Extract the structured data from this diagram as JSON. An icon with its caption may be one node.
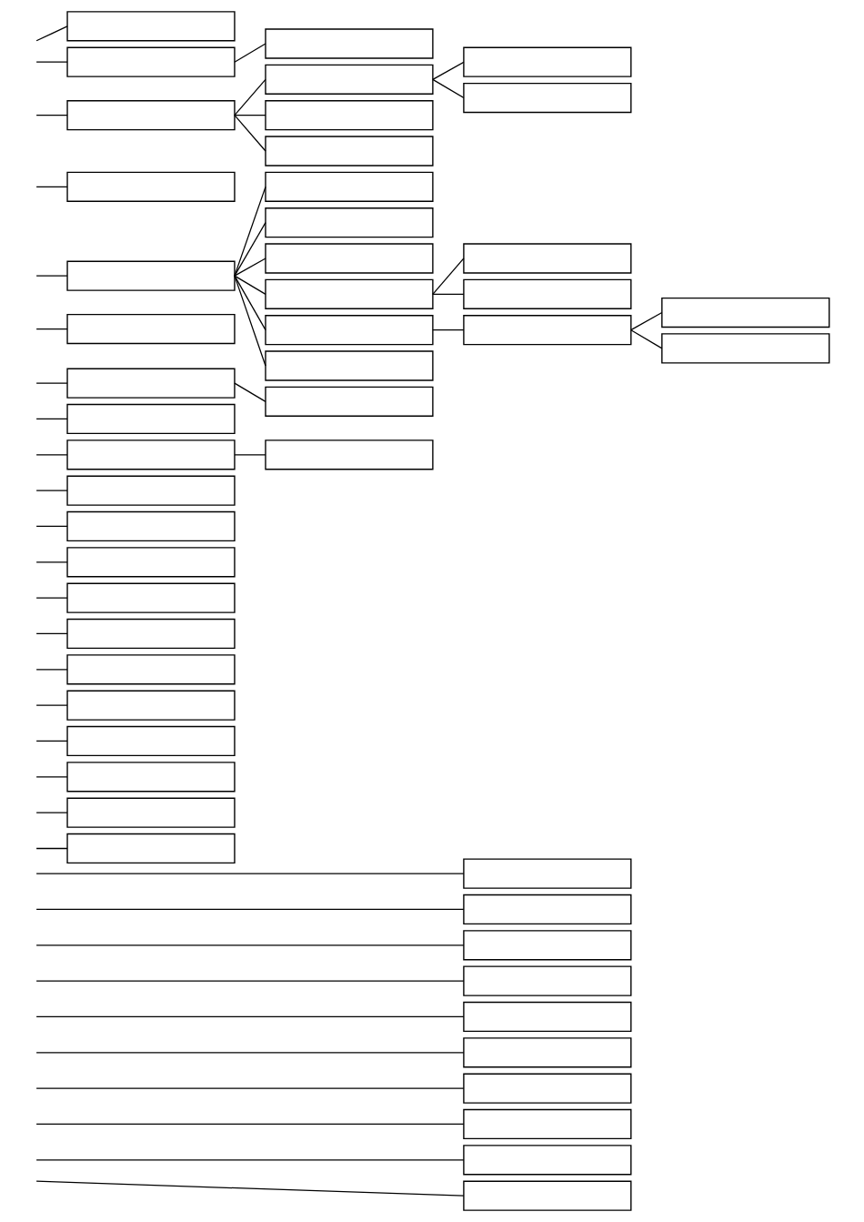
{
  "diagram": {
    "nodes": [
      {
        "text": [],
        "shape": "box"
      },
      {
        "text": [],
        "shape": "box"
      },
      {
        "text": [],
        "shape": "box"
      },
      {
        "text": [],
        "shape": "box"
      },
      {
        "text": [],
        "shape": "box"
      },
      {
        "text": [],
        "shape": "box"
      },
      {
        "text": [],
        "shape": "box"
      },
      {
        "text": [],
        "shape": "box"
      },
      {
        "text": [],
        "shape": "box"
      },
      {
        "text": [],
        "shape": "box"
      },
      {
        "text": [],
        "shape": "box"
      },
      {
        "text": [],
        "shape": "box"
      },
      {
        "text": [],
        "shape": "box"
      },
      {
        "text": [],
        "shape": "box"
      },
      {
        "text": [],
        "shape": "box"
      },
      {
        "text": [],
        "shape": "box"
      },
      {
        "text": [],
        "shape": "box"
      },
      {
        "text": [],
        "shape": "box"
      },
      {
        "text": [],
        "shape": "box"
      },
      {
        "text": [],
        "shape": "box"
      },
      {
        "text": [],
        "shape": "box"
      },
      {
        "text": [],
        "shape": "box"
      },
      {
        "text": [],
        "shape": "box"
      },
      {
        "text": [],
        "shape": "box"
      },
      {
        "text": [],
        "shape": "box"
      },
      {
        "text": [],
        "shape": "box"
      },
      {
        "text": [],
        "shape": "box"
      },
      {
        "text": [],
        "shape": "box"
      },
      {
        "text": [],
        "shape": "box"
      },
      {
        "text": [],
        "shape": "box"
      },
      {
        "text": [],
        "shape": "box"
      },
      {
        "text": [],
        "shape": "box"
      },
      {
        "text": [],
        "shape": "box"
      },
      {
        "text": [],
        "shape": "box"
      },
      {
        "text": [],
        "shape": "box"
      },
      {
        "text": [],
        "shape": "box"
      },
      {
        "text": [],
        "shape": "box"
      },
      {
        "text": [],
        "shape": "box"
      },
      {
        "text": [],
        "shape": "box"
      },
      {
        "text": [],
        "shape": "box"
      },
      {
        "text": [],
        "shape": "box"
      },
      {
        "text": [],
        "shape": "box"
      },
      {
        "text": [],
        "shape": "box"
      },
      {
        "text": [],
        "shape": "box"
      },
      {
        "text": [],
        "shape": "box"
      },
      {
        "text": [],
        "shape": "box"
      },
      {
        "text": [],
        "shape": "box"
      },
      {
        "text": [],
        "shape": "box"
      },
      {
        "text": [],
        "shape": "box"
      }
    ],
    "edges": [
      {
        "from": null,
        "to": 0,
        "arrow": "none"
      },
      {
        "from": null,
        "to": 1,
        "arrow": "none"
      },
      {
        "from": null,
        "to": 2,
        "arrow": "none"
      },
      {
        "from": null,
        "to": 3,
        "arrow": "none"
      },
      {
        "from": null,
        "to": 4,
        "arrow": "none"
      },
      {
        "from": null,
        "to": 5,
        "arrow": "none"
      },
      {
        "from": 1,
        "to": 6,
        "arrow": "none"
      },
      {
        "from": 2,
        "to": 7,
        "arrow": "none"
      },
      {
        "from": 2,
        "to": 8,
        "arrow": "none"
      },
      {
        "from": 2,
        "to": 9,
        "arrow": "none"
      },
      {
        "from": 7,
        "to": 16,
        "arrow": "none"
      },
      {
        "from": 7,
        "to": 17,
        "arrow": "none"
      },
      {
        "from": 4,
        "to": 10,
        "arrow": "none"
      },
      {
        "from": 4,
        "to": 11,
        "arrow": "none"
      },
      {
        "from": 4,
        "to": 12,
        "arrow": "none"
      },
      {
        "from": 4,
        "to": 13,
        "arrow": "none"
      },
      {
        "from": 4,
        "to": 14,
        "arrow": "none"
      },
      {
        "from": 4,
        "to": 15,
        "arrow": "none"
      },
      {
        "from": 13,
        "to": 18,
        "arrow": "none"
      },
      {
        "from": 13,
        "to": 19,
        "arrow": "none"
      },
      {
        "from": 14,
        "to": 20,
        "arrow": "none"
      },
      {
        "from": 20,
        "to": 21,
        "arrow": "none"
      },
      {
        "from": 20,
        "to": 22,
        "arrow": "none"
      },
      {
        "from": null,
        "to": 23,
        "arrow": "none"
      },
      {
        "from": 23,
        "to": 24,
        "arrow": "none"
      },
      {
        "from": null,
        "to": 25,
        "arrow": "none"
      },
      {
        "from": null,
        "to": 26,
        "arrow": "none"
      },
      {
        "from": 26,
        "to": 27,
        "arrow": "none"
      },
      {
        "from": null,
        "to": 29,
        "arrow": "none"
      },
      {
        "from": null,
        "to": 28,
        "arrow": "none"
      },
      {
        "from": null,
        "to": 30,
        "arrow": "none"
      },
      {
        "from": null,
        "to": 31,
        "arrow": "none"
      },
      {
        "from": null,
        "to": 32,
        "arrow": "none"
      },
      {
        "from": null,
        "to": 33,
        "arrow": "none"
      },
      {
        "from": null,
        "to": 34,
        "arrow": "none"
      },
      {
        "from": null,
        "to": 35,
        "arrow": "none"
      },
      {
        "from": null,
        "to": 36,
        "arrow": "none"
      },
      {
        "from": null,
        "to": 37,
        "arrow": "none"
      },
      {
        "from": null,
        "to": 38,
        "arrow": "none"
      },
      {
        "from": null,
        "to": 39,
        "arrow": "none"
      },
      {
        "from": null,
        "to": 40,
        "arrow": "none"
      },
      {
        "from": null,
        "to": 41,
        "arrow": "none"
      },
      {
        "from": null,
        "to": 42,
        "arrow": "none"
      },
      {
        "from": null,
        "to": 43,
        "arrow": "none"
      },
      {
        "from": null,
        "to": 44,
        "arrow": "none"
      },
      {
        "from": null,
        "to": 45,
        "arrow": "none"
      },
      {
        "from": null,
        "to": 46,
        "arrow": "none"
      },
      {
        "from": null,
        "to": 47,
        "arrow": "none"
      },
      {
        "from": null,
        "to": 48,
        "arrow": "none"
      }
    ]
  }
}
